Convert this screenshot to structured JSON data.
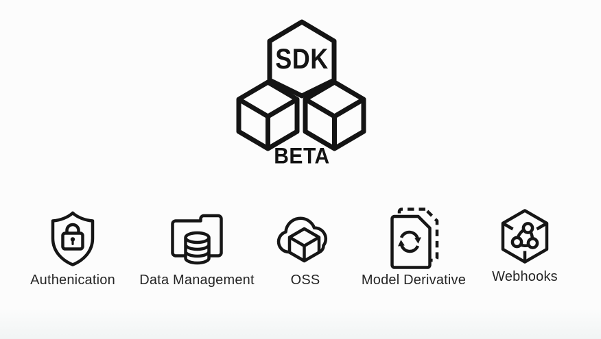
{
  "logo": {
    "hexagon_label": "SDK",
    "beta_label": "BETA"
  },
  "services": [
    {
      "label": "Authenication",
      "icon": "shield-lock"
    },
    {
      "label": "Data Management",
      "icon": "folder-database"
    },
    {
      "label": "OSS",
      "icon": "cloud-cube"
    },
    {
      "label": "Model Derivative",
      "icon": "document-refresh"
    },
    {
      "label": "Webhooks",
      "icon": "cube-nodes"
    }
  ],
  "colors": {
    "background": "#fcfcfc",
    "ink": "#161616",
    "label_text": "#242424"
  }
}
